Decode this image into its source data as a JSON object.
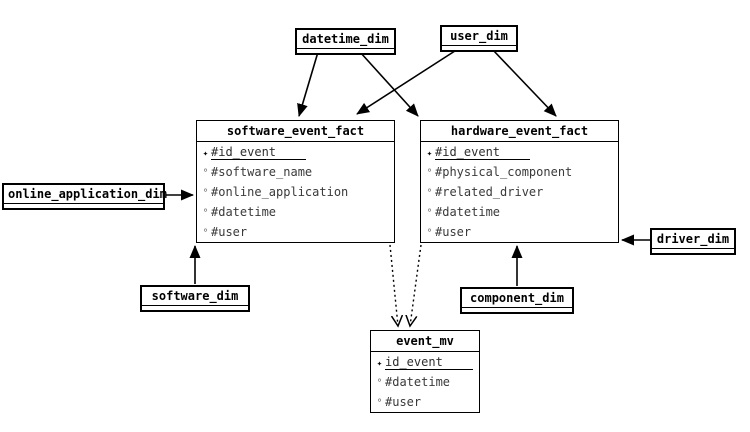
{
  "markers": {
    "pk": "✦",
    "opt": "°"
  },
  "colors": {
    "border": "#000000",
    "field_text": "#3a3a3a",
    "background": "#ffffff"
  },
  "tables": {
    "software_event_fact": {
      "title": "software_event_fact",
      "fields": [
        "#id_event",
        "#software_name",
        "#online_application",
        "#datetime",
        "#user"
      ]
    },
    "hardware_event_fact": {
      "title": "hardware_event_fact",
      "fields": [
        "#id_event",
        "#physical_component",
        "#related_driver",
        "#datetime",
        "#user"
      ]
    },
    "event_mv": {
      "title": "event_mv",
      "fields": [
        "id_event",
        "#datetime",
        "#user"
      ]
    }
  },
  "dims": {
    "datetime_dim": "datetime_dim",
    "user_dim": "user_dim",
    "online_application_dim": "online_application_dim",
    "driver_dim": "driver_dim",
    "software_dim": "software_dim",
    "component_dim": "component_dim"
  }
}
